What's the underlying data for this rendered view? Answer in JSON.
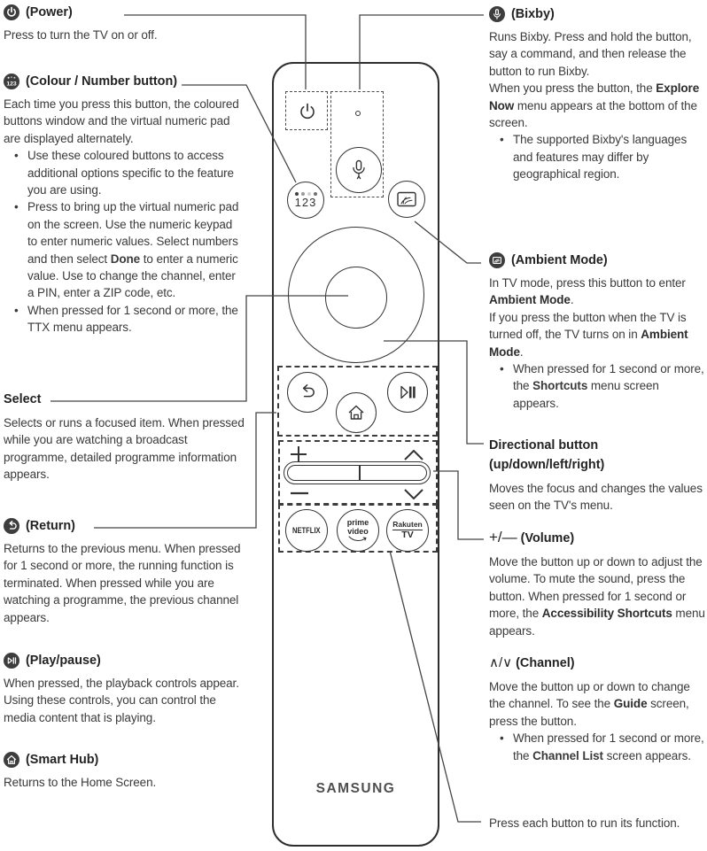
{
  "left": {
    "power": {
      "title": "(Power)",
      "p1": "Press to turn the TV on or off."
    },
    "colour": {
      "title": "(Colour / Number button)",
      "p1": "Each time you press this button, the coloured buttons window and the virtual numeric pad are displayed alternately.",
      "b1": "Use these coloured buttons to access additional options specific to the feature you are using.",
      "b2": [
        "Press to bring up the virtual numeric pad on the screen. Use the numeric keypad to enter numeric values. Select numbers and then select ",
        "Done",
        " to enter a numeric value. Use to change the channel, enter a PIN, enter a ZIP code, etc."
      ],
      "b3": "When pressed for 1 second or more, the TTX menu appears."
    },
    "select": {
      "title": "Select",
      "p1": "Selects or runs a focused item. When pressed while you are watching a broadcast programme, detailed programme information appears."
    },
    "return": {
      "title": "(Return)",
      "p1": "Returns to the previous menu. When pressed for 1 second or more, the running function is terminated. When pressed while you are watching a programme, the previous channel appears."
    },
    "playpause": {
      "title": "(Play/pause)",
      "p1": "When pressed, the playback controls appear. Using these controls, you can control the media content that is playing."
    },
    "smarthub": {
      "title": "(Smart Hub)",
      "p1": "Returns to the Home Screen."
    }
  },
  "right": {
    "bixby": {
      "title": "(Bixby)",
      "p1": "Runs Bixby. Press and hold the button, say a command, and then release the button to run Bixby.",
      "p2": [
        "When you press the button, the ",
        "Explore Now",
        " menu appears at the bottom of the screen."
      ],
      "b1": "The supported Bixby's languages and features may differ by geographical region."
    },
    "ambient": {
      "title": "(Ambient Mode)",
      "p1": [
        "In TV mode, press this button to enter ",
        "Ambient Mode",
        "."
      ],
      "p2": [
        "If you press the button when the TV is turned off, the TV turns on in ",
        "Ambient Mode",
        "."
      ],
      "b1": [
        "When pressed for 1 second or more, the ",
        "Shortcuts",
        " menu screen appears."
      ]
    },
    "directional": {
      "title": "Directional button (up/down/left/right)",
      "p1": "Moves the focus and changes the values seen on the TV's menu."
    },
    "volume": {
      "glyphs": "+/—",
      "title": "(Volume)",
      "p1": [
        "Move the button up or down to adjust the volume. To mute the sound, press the button. When pressed for 1 second or more, the ",
        "Accessibility Shortcuts",
        " menu appears."
      ]
    },
    "channel": {
      "glyphs": "∧/∨",
      "title": "(Channel)",
      "p1": [
        "Move the button up or down to change the channel. To see the ",
        "Guide",
        " screen, press the button."
      ],
      "b1": [
        "When pressed for 1 second or more, the ",
        "Channel List",
        " screen appears."
      ]
    },
    "footnote": "Press each button to run its function."
  },
  "remote": {
    "brand": "SAMSUNG",
    "number_label": "123",
    "netflix": "NETFLIX",
    "prime_l1": "prime",
    "prime_l2": "video",
    "rakuten_l1": "Rakuten",
    "rakuten_l2": "TV"
  },
  "colors": {
    "ink": "#3a3a3a",
    "icon_bg": "#3d3d3d",
    "line": "#454545",
    "logo": "#4f4f4f"
  }
}
